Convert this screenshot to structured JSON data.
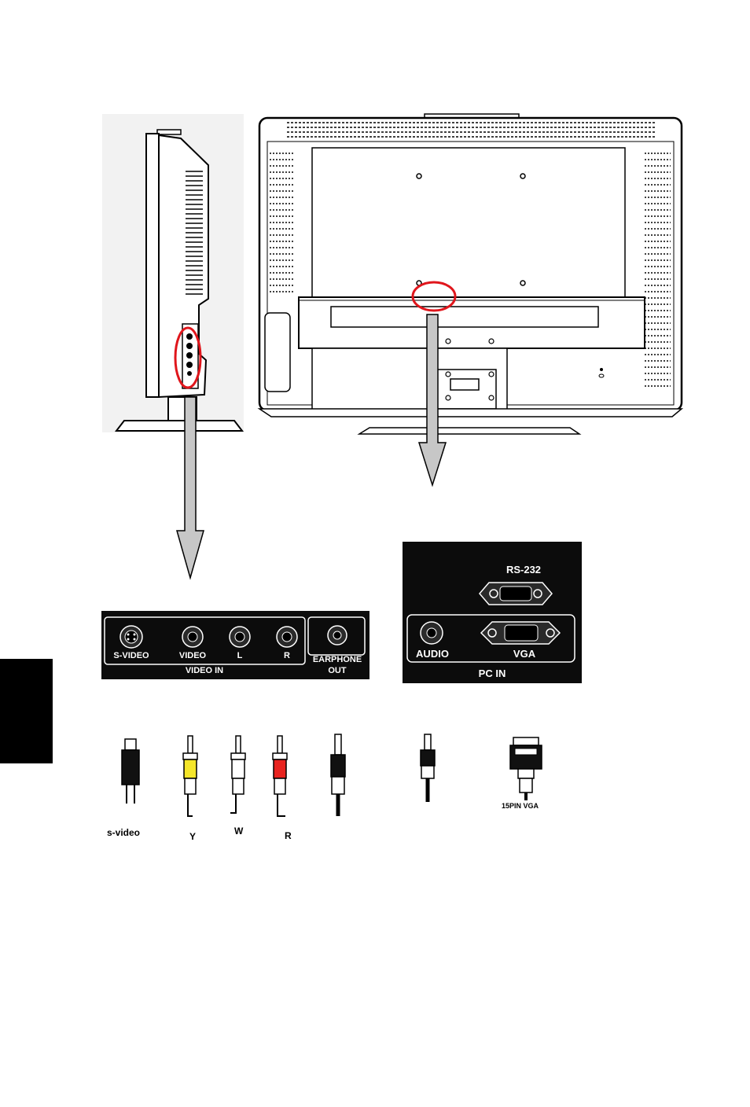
{
  "video_panel": {
    "jacks": {
      "svideo": "S-VIDEO",
      "video": "VIDEO",
      "left": "L",
      "right": "R",
      "earphone_line1": "EARPHONE",
      "earphone_line2": "OUT"
    },
    "group_label": "VIDEO IN"
  },
  "pc_panel": {
    "rs232": "RS-232",
    "audio": "AUDIO",
    "vga": "VGA",
    "group_label": "PC  IN"
  },
  "cables": {
    "svideo": "s-video",
    "yellow": "Y",
    "white": "W",
    "red": "R",
    "vga": "15PIN VGA"
  },
  "colors": {
    "highlight_circle": "#e0161c",
    "cable_yellow": "#f5e62a",
    "cable_red": "#e8231f",
    "panel_bg": "#0c0c0c",
    "arrow_fill": "#c7c7c7"
  }
}
